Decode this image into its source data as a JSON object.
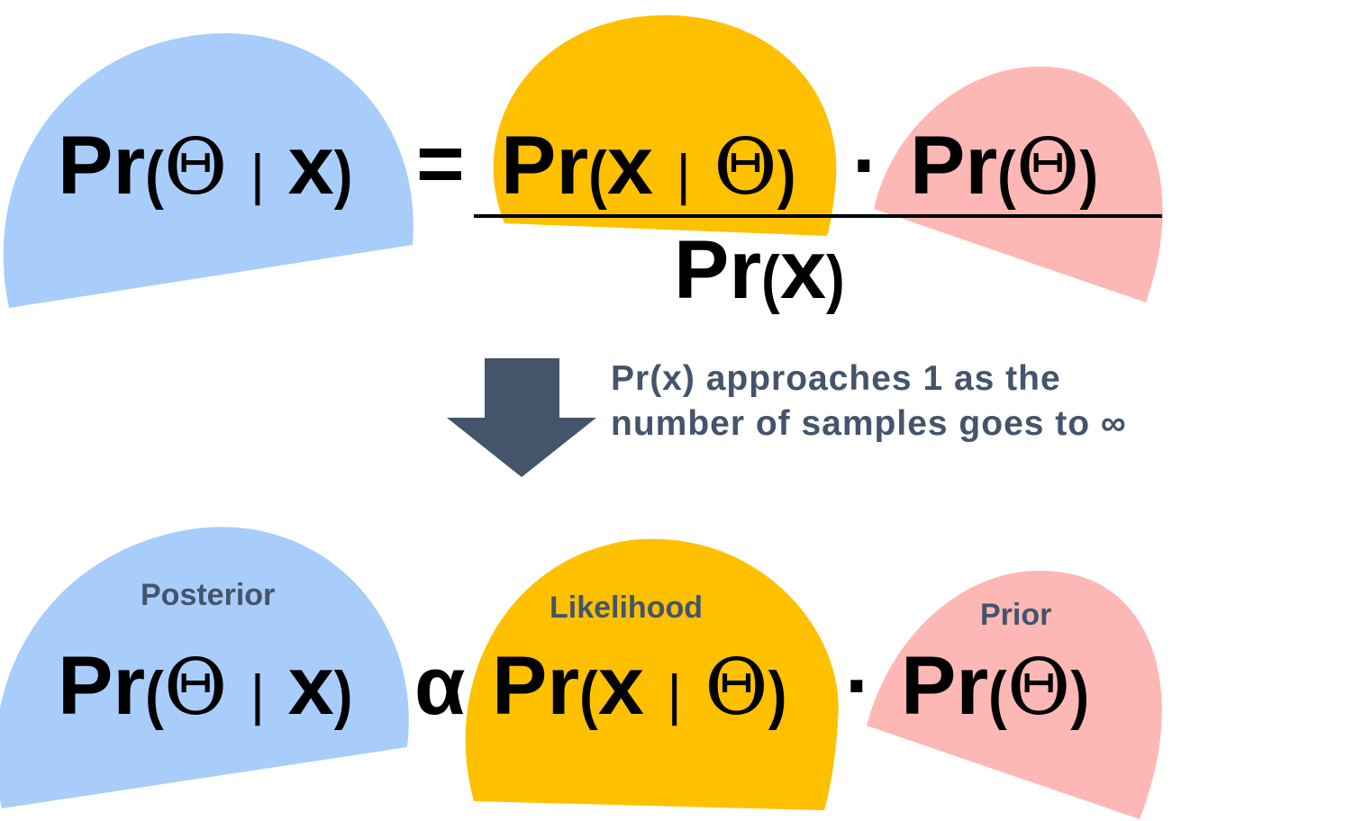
{
  "colors": {
    "posterior": "#a9cdfb",
    "likelihood": "#ffc000",
    "prior": "#fdb8b5",
    "text_main": "#000000",
    "text_label": "#44546a",
    "arrow": "#44546a"
  },
  "top_equation": {
    "lhs": {
      "pr": "Pr",
      "open": "(",
      "theta": "Θ",
      "bar": "|",
      "x": "x",
      "close": ")"
    },
    "equals": "=",
    "numerator": {
      "likelihood": {
        "pr": "Pr",
        "open": "(",
        "x": "x",
        "bar": "|",
        "theta": "Θ",
        "close": ")"
      },
      "dot": "·",
      "prior": {
        "pr": "Pr",
        "open": "(",
        "theta": "Θ",
        "close": ")"
      }
    },
    "denominator": {
      "pr": "Pr",
      "open": "(",
      "x": "x",
      "close": ")"
    }
  },
  "transition": {
    "arrow_icon": "down-arrow-icon",
    "note_line1": "Pr(x) approaches 1 as the",
    "note_line2": "number of samples goes to ∞"
  },
  "bottom_equation": {
    "labels": {
      "posterior": "Posterior",
      "likelihood": "Likelihood",
      "prior": "Prior"
    },
    "lhs": {
      "pr": "Pr",
      "open": "(",
      "theta": "Θ",
      "bar": "|",
      "x": "x",
      "close": ")"
    },
    "proportional": "α",
    "likelihood": {
      "pr": "Pr",
      "open": "(",
      "x": "x",
      "bar": "|",
      "theta": "Θ",
      "close": ")"
    },
    "dot": "·",
    "prior": {
      "pr": "Pr",
      "open": "(",
      "theta": "Θ",
      "close": ")"
    }
  }
}
